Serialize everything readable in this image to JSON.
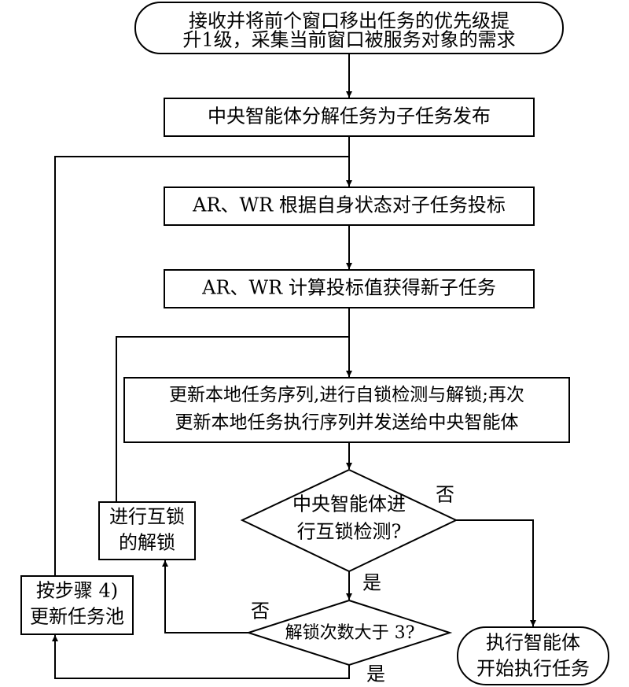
{
  "nodes": {
    "start": {
      "line1": "接收并将前个窗口移出任务的优先级提",
      "line2": "升1级，采集当前窗口被服务对象的需求"
    },
    "decompose": {
      "label": "中央智能体分解任务为子任务发布"
    },
    "bid": {
      "label": "AR、WR 根据自身状态对子任务投标"
    },
    "calc": {
      "label": "AR、WR 计算投标值获得新子任务"
    },
    "update": {
      "line1": "更新本地任务序列,进行自锁检测与解锁;再次",
      "line2": "更新本地任务执行序列并发送给中央智能体"
    },
    "interlock_check": {
      "line1": "中央智能体进",
      "line2": "行互锁检测?"
    },
    "interlock_unlock": {
      "line1": "进行互锁",
      "line2": "的解锁"
    },
    "step4": {
      "line1": "按步骤 4)",
      "line2": "更新任务池"
    },
    "unlock_count": {
      "label": "解锁次数大于 3?"
    },
    "execute": {
      "line1": "执行智能体",
      "line2": "开始执行任务"
    }
  },
  "edge_labels": {
    "check_no": "否",
    "check_yes": "是",
    "count_no": "否",
    "count_yes": "是"
  }
}
